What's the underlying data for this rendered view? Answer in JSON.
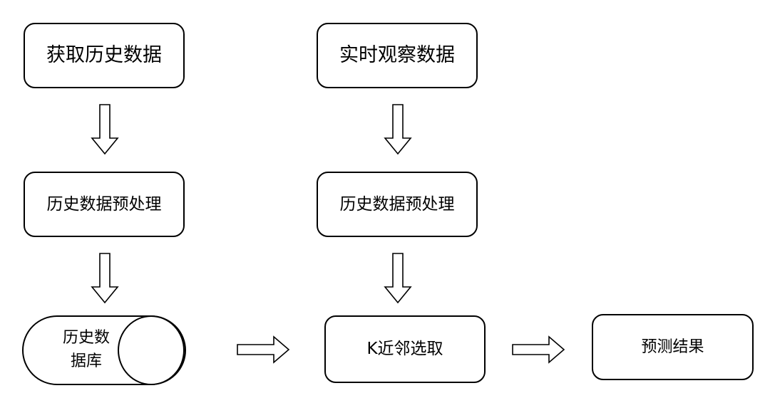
{
  "diagram": {
    "nodes": {
      "get_history": "获取历史数据",
      "realtime_obs": "实时观察数据",
      "preprocess_left": "历史数据预处理",
      "preprocess_right": "历史数据预处理",
      "history_db_line1": "历史数",
      "history_db_line2": "据库",
      "knn_select": "K近邻选取",
      "predict_result": "预测结果"
    },
    "edges": [
      [
        "get_history",
        "preprocess_left"
      ],
      [
        "preprocess_left",
        "history_db"
      ],
      [
        "realtime_obs",
        "preprocess_right"
      ],
      [
        "preprocess_right",
        "knn_select"
      ],
      [
        "history_db",
        "knn_select"
      ],
      [
        "knn_select",
        "predict_result"
      ]
    ]
  }
}
